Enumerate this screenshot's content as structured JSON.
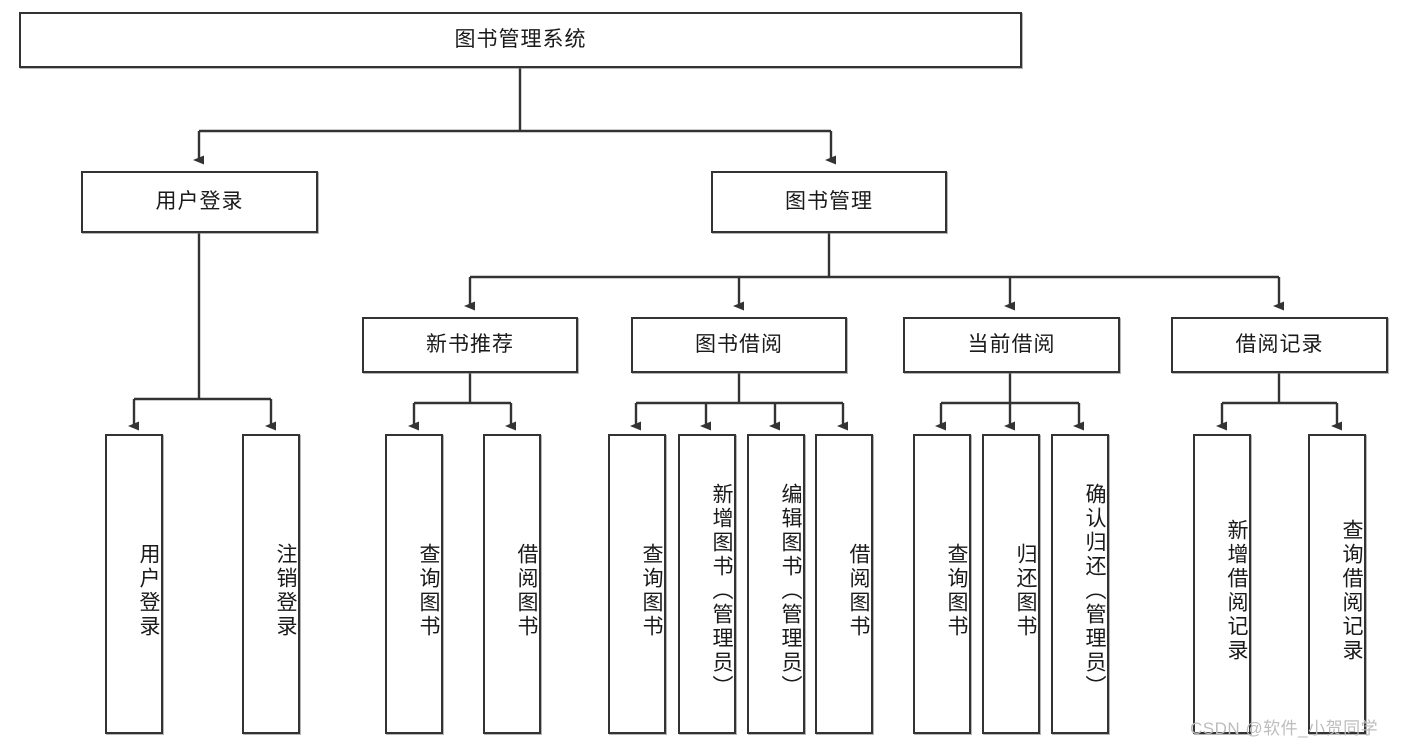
{
  "diagram": {
    "type": "tree-hierarchy",
    "title": "图书管理系统",
    "root": {
      "id": "root",
      "label": "图书管理系统",
      "level": 0,
      "orientation": "horizontal"
    },
    "level2": [
      {
        "id": "user-login",
        "label": "用户登录",
        "orientation": "horizontal"
      },
      {
        "id": "book-manage",
        "label": "图书管理",
        "orientation": "horizontal"
      }
    ],
    "level3": [
      {
        "id": "new-book-recommend",
        "label": "新书推荐",
        "parent": "book-manage",
        "orientation": "horizontal"
      },
      {
        "id": "book-borrow",
        "label": "图书借阅",
        "parent": "book-manage",
        "orientation": "horizontal"
      },
      {
        "id": "current-borrow",
        "label": "当前借阅",
        "parent": "book-manage",
        "orientation": "horizontal"
      },
      {
        "id": "borrow-record",
        "label": "借阅记录",
        "parent": "book-manage",
        "orientation": "horizontal"
      }
    ],
    "leaves": [
      {
        "id": "leaf-user-login",
        "label": "用户登录",
        "parent": "user-login",
        "orientation": "vertical"
      },
      {
        "id": "leaf-user-logout",
        "label": "注销登录",
        "parent": "user-login",
        "orientation": "vertical"
      },
      {
        "id": "leaf-query-book-1",
        "label": "查询图书",
        "parent": "new-book-recommend",
        "orientation": "vertical"
      },
      {
        "id": "leaf-borrow-book-1",
        "label": "借阅图书",
        "parent": "new-book-recommend",
        "orientation": "vertical"
      },
      {
        "id": "leaf-query-book-2",
        "label": "查询图书",
        "parent": "book-borrow",
        "orientation": "vertical"
      },
      {
        "id": "leaf-add-book",
        "label": "新增图书（管理员）",
        "parent": "book-borrow",
        "orientation": "vertical"
      },
      {
        "id": "leaf-edit-book",
        "label": "编辑图书（管理员）",
        "parent": "book-borrow",
        "orientation": "vertical"
      },
      {
        "id": "leaf-borrow-book-2",
        "label": "借阅图书",
        "parent": "book-borrow",
        "orientation": "vertical"
      },
      {
        "id": "leaf-query-book-3",
        "label": "查询图书",
        "parent": "current-borrow",
        "orientation": "vertical"
      },
      {
        "id": "leaf-return-book",
        "label": "归还图书",
        "parent": "current-borrow",
        "orientation": "vertical"
      },
      {
        "id": "leaf-confirm-return",
        "label": "确认归还（管理员）",
        "parent": "current-borrow",
        "orientation": "vertical"
      },
      {
        "id": "leaf-add-record",
        "label": "新增借阅记录",
        "parent": "borrow-record",
        "orientation": "vertical"
      },
      {
        "id": "leaf-query-record",
        "label": "查询借阅记录",
        "parent": "borrow-record",
        "orientation": "vertical"
      }
    ]
  },
  "watermark": {
    "text": "CSDN @软件_小贺同学"
  },
  "colors": {
    "border": "#333333",
    "background": "#ffffff",
    "text": "#1a1a1a",
    "watermark": "#bdbdbd"
  }
}
